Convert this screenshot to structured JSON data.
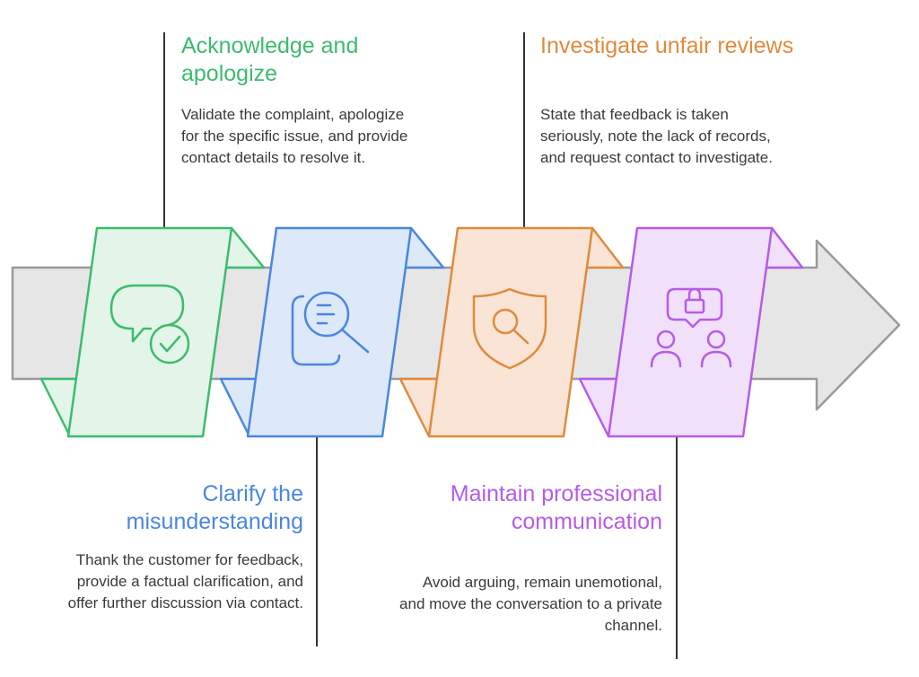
{
  "steps": [
    {
      "title": "Acknowledge and apologize",
      "description": "Validate the complaint, apologize for the specific issue, and provide contact details to resolve it.",
      "icon": "speech-bubble-check-icon",
      "color": "#3dbb6f",
      "fill": "#e3f5e8"
    },
    {
      "title": "Clarify the misunderstanding",
      "description": "Thank the customer for feedback, provide a factual clarification, and offer further discussion via contact.",
      "icon": "document-search-icon",
      "color": "#4a86e0",
      "fill": "#dde8f8"
    },
    {
      "title": "Investigate unfair reviews",
      "description": "State that feedback is taken seriously, note the lack of records, and request contact to investigate.",
      "icon": "shield-search-icon",
      "color": "#e08a3c",
      "fill": "#f9e4d5"
    },
    {
      "title": "Maintain professional communication",
      "description": "Avoid arguing, remain unemotional, and move the conversation to a private channel.",
      "icon": "private-chat-users-icon",
      "color": "#b65be8",
      "fill": "#f0e0fa"
    }
  ],
  "colors": {
    "arrow_fill": "#e6e6e6",
    "arrow_stroke": "#9a9a9a",
    "connector": "#333333"
  }
}
